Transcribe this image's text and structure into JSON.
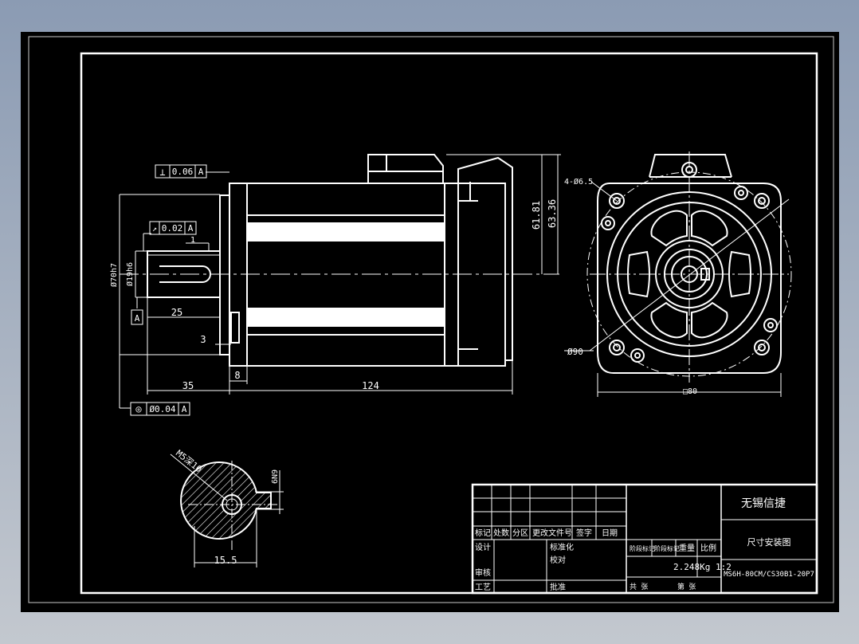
{
  "drawing": {
    "datum_top": {
      "symbol": "⊥",
      "value": "0.06",
      "datum": "A"
    },
    "datum_runout": {
      "symbol": "↗",
      "value": "0.02",
      "datum": "A"
    },
    "datum_concentric": {
      "symbol": "◎",
      "value": "Ø0.04",
      "datum": "A"
    },
    "datum_label": "A",
    "dims": {
      "flange_dia": "Ø70h7",
      "shaft_dia": "Ø19h6",
      "key_len": "25",
      "step": "3",
      "flange_thk": "8",
      "shaft_len": "35",
      "body_len": "124",
      "height_a": "61.81",
      "height_b": "63.36",
      "hole_spec": "4-Ø6.5",
      "bolt_circle": "Ø90",
      "square": "□80",
      "thread": "M5深10",
      "key_width": "6N9",
      "shaft_section": "15.5",
      "one": "1"
    }
  },
  "title_block": {
    "company": "无锡信捷",
    "drawing_title": "尺寸安装图",
    "model": "MS6H-80CM/CS30B1-20P7",
    "weight_scale": "2.248Kg 1:2",
    "hdr_mark": "标记",
    "hdr_count": "处数",
    "hdr_zone": "分区",
    "hdr_doc": "更改文件号",
    "hdr_sign": "签字",
    "hdr_date": "日期",
    "design": "设计",
    "standard": "标准化",
    "proofread": "校对",
    "review": "审核",
    "process": "工艺",
    "approve": "批准",
    "stage": "阶段标记",
    "weight": "重量",
    "scale": "比例",
    "sheets": "共 张",
    "sheet_no": "第 张",
    "stage_mark2": "阶段标记"
  }
}
